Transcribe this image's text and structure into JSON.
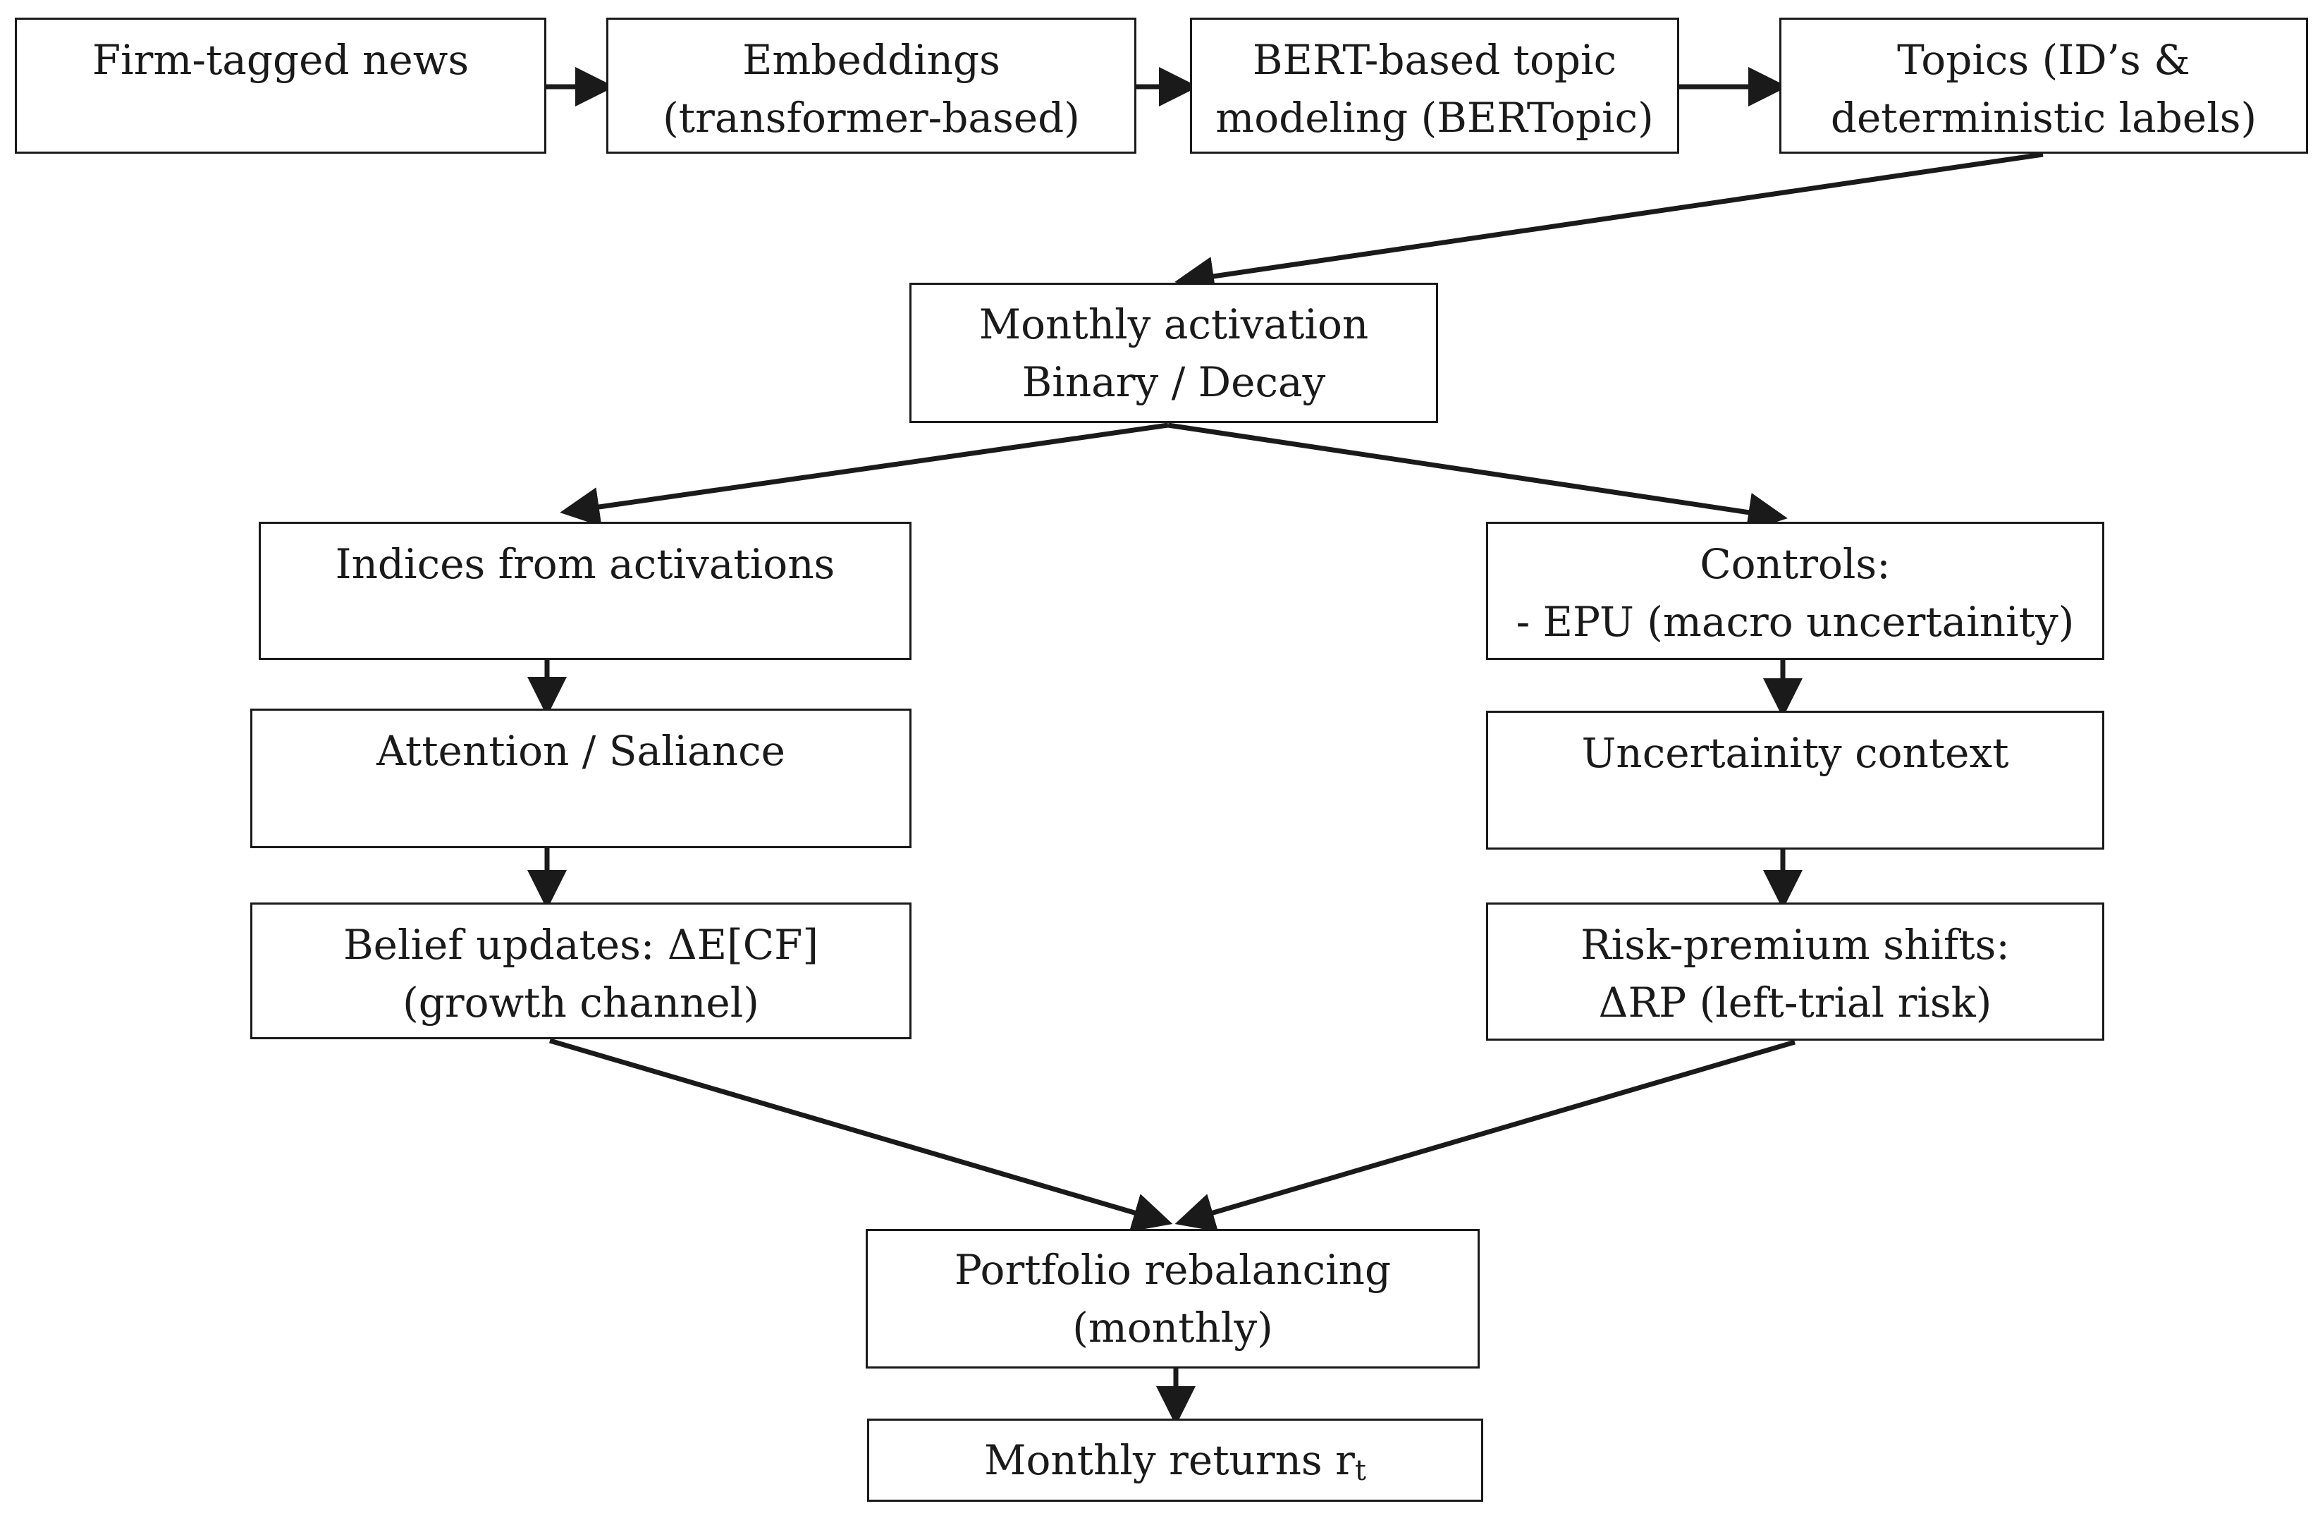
{
  "colors": {
    "stroke": "#1a1a1a",
    "background": "#ffffff"
  },
  "nodes": {
    "firm_news": {
      "lines": [
        "Firm-tagged news"
      ]
    },
    "embeddings": {
      "lines": [
        "Embeddings",
        "(transformer-based)"
      ]
    },
    "bertopic": {
      "lines": [
        "BERT-based topic",
        "modeling (BERTopic)"
      ]
    },
    "topics": {
      "lines": [
        "Topics (ID’s &",
        "deterministic labels)"
      ]
    },
    "activation": {
      "lines": [
        "Monthly activation",
        "Binary / Decay"
      ]
    },
    "indices": {
      "lines": [
        "Indices from activations"
      ]
    },
    "controls": {
      "lines": [
        "Controls:",
        "- EPU (macro uncertainity)"
      ]
    },
    "attention": {
      "lines": [
        "Attention / Saliance"
      ]
    },
    "uncertainty": {
      "lines": [
        "Uncertainity context"
      ]
    },
    "belief": {
      "lines": [
        "Belief updates: ΔE[CF]",
        "(growth  channel)"
      ]
    },
    "risk": {
      "lines": [
        "Risk-premium shifts:",
        "ΔRP (left-trial risk)"
      ]
    },
    "portfolio": {
      "lines": [
        "Portfolio rebalancing",
        "(monthly)"
      ]
    },
    "returns": {
      "text": "Monthly returns r",
      "subscript": "t"
    }
  }
}
